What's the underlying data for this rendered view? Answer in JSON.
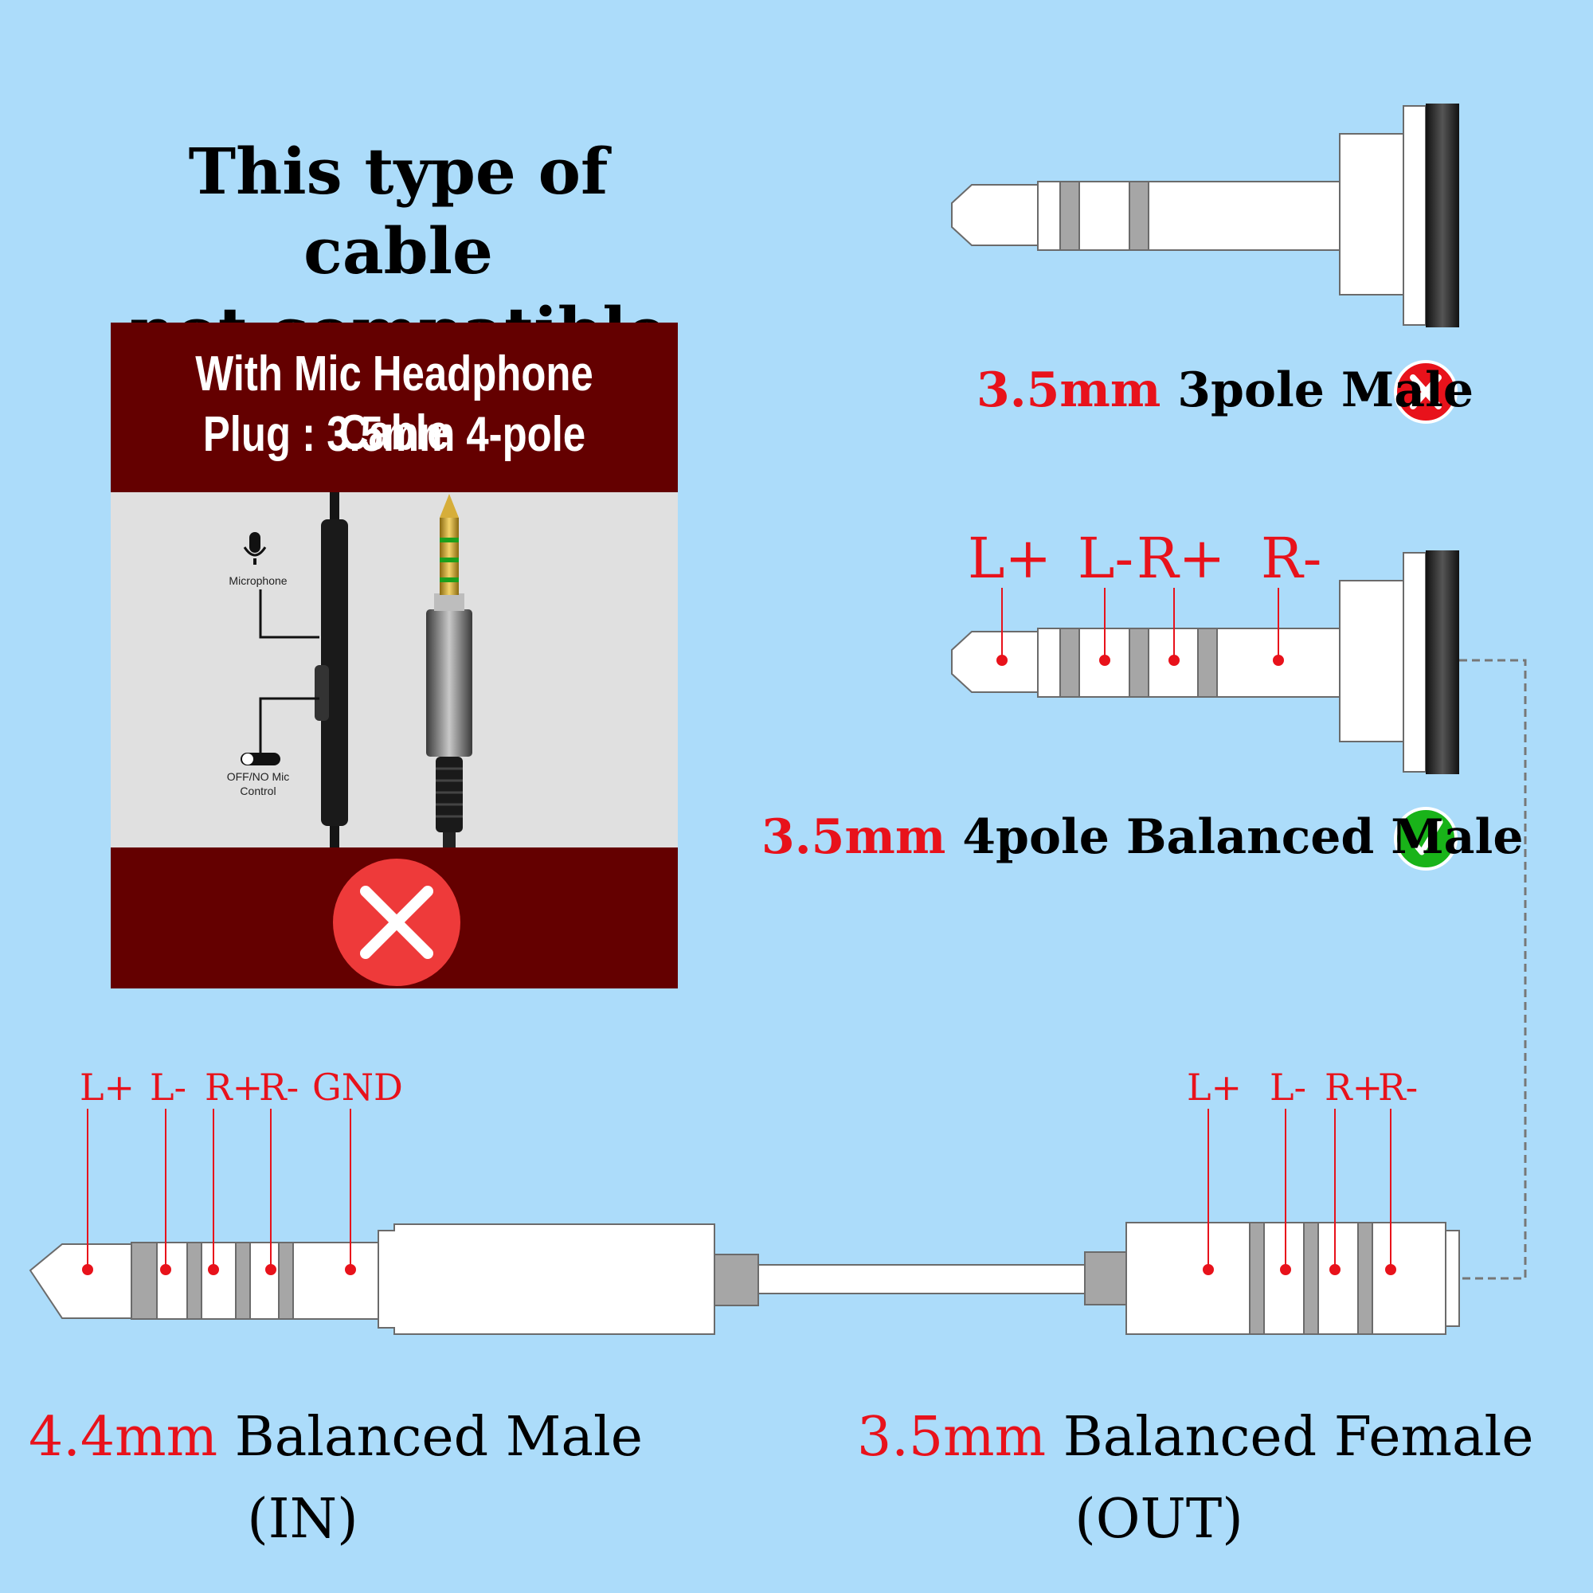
{
  "heading": {
    "line1": "This type of cable",
    "line2": "not compatible"
  },
  "panel": {
    "title_line1": "With Mic Headphone Cable",
    "title_line2": "Plug : 3.5mm 4-pole",
    "mic_label": "Microphone",
    "switch_label_line1": "OFF/NO Mic",
    "switch_label_line2": "Control",
    "status_icon": "x-circle-icon"
  },
  "plug_3pole": {
    "size": "3.5mm",
    "name": "3pole Male",
    "status_icon": "x-circle-icon"
  },
  "plug_4pole": {
    "size": "3.5mm",
    "name": "4pole Balanced Male",
    "status_icon": "check-circle-icon",
    "pins": [
      "L+",
      "L-",
      "R+",
      "R-"
    ]
  },
  "plug_44": {
    "size": "4.4mm",
    "name": "Balanced Male",
    "direction": "(IN)",
    "pins": [
      "L+",
      "L-",
      "R+",
      "R-",
      "GND"
    ]
  },
  "jack_35": {
    "size": "3.5mm",
    "name": "Balanced Female",
    "direction": "(OUT)",
    "pins": [
      "L+",
      "L-",
      "R+",
      "R-"
    ]
  },
  "colors": {
    "background": "#acdcfa",
    "accent_red": "#e8121b",
    "panel_dark": "#640000",
    "ok_green": "#19b319"
  }
}
